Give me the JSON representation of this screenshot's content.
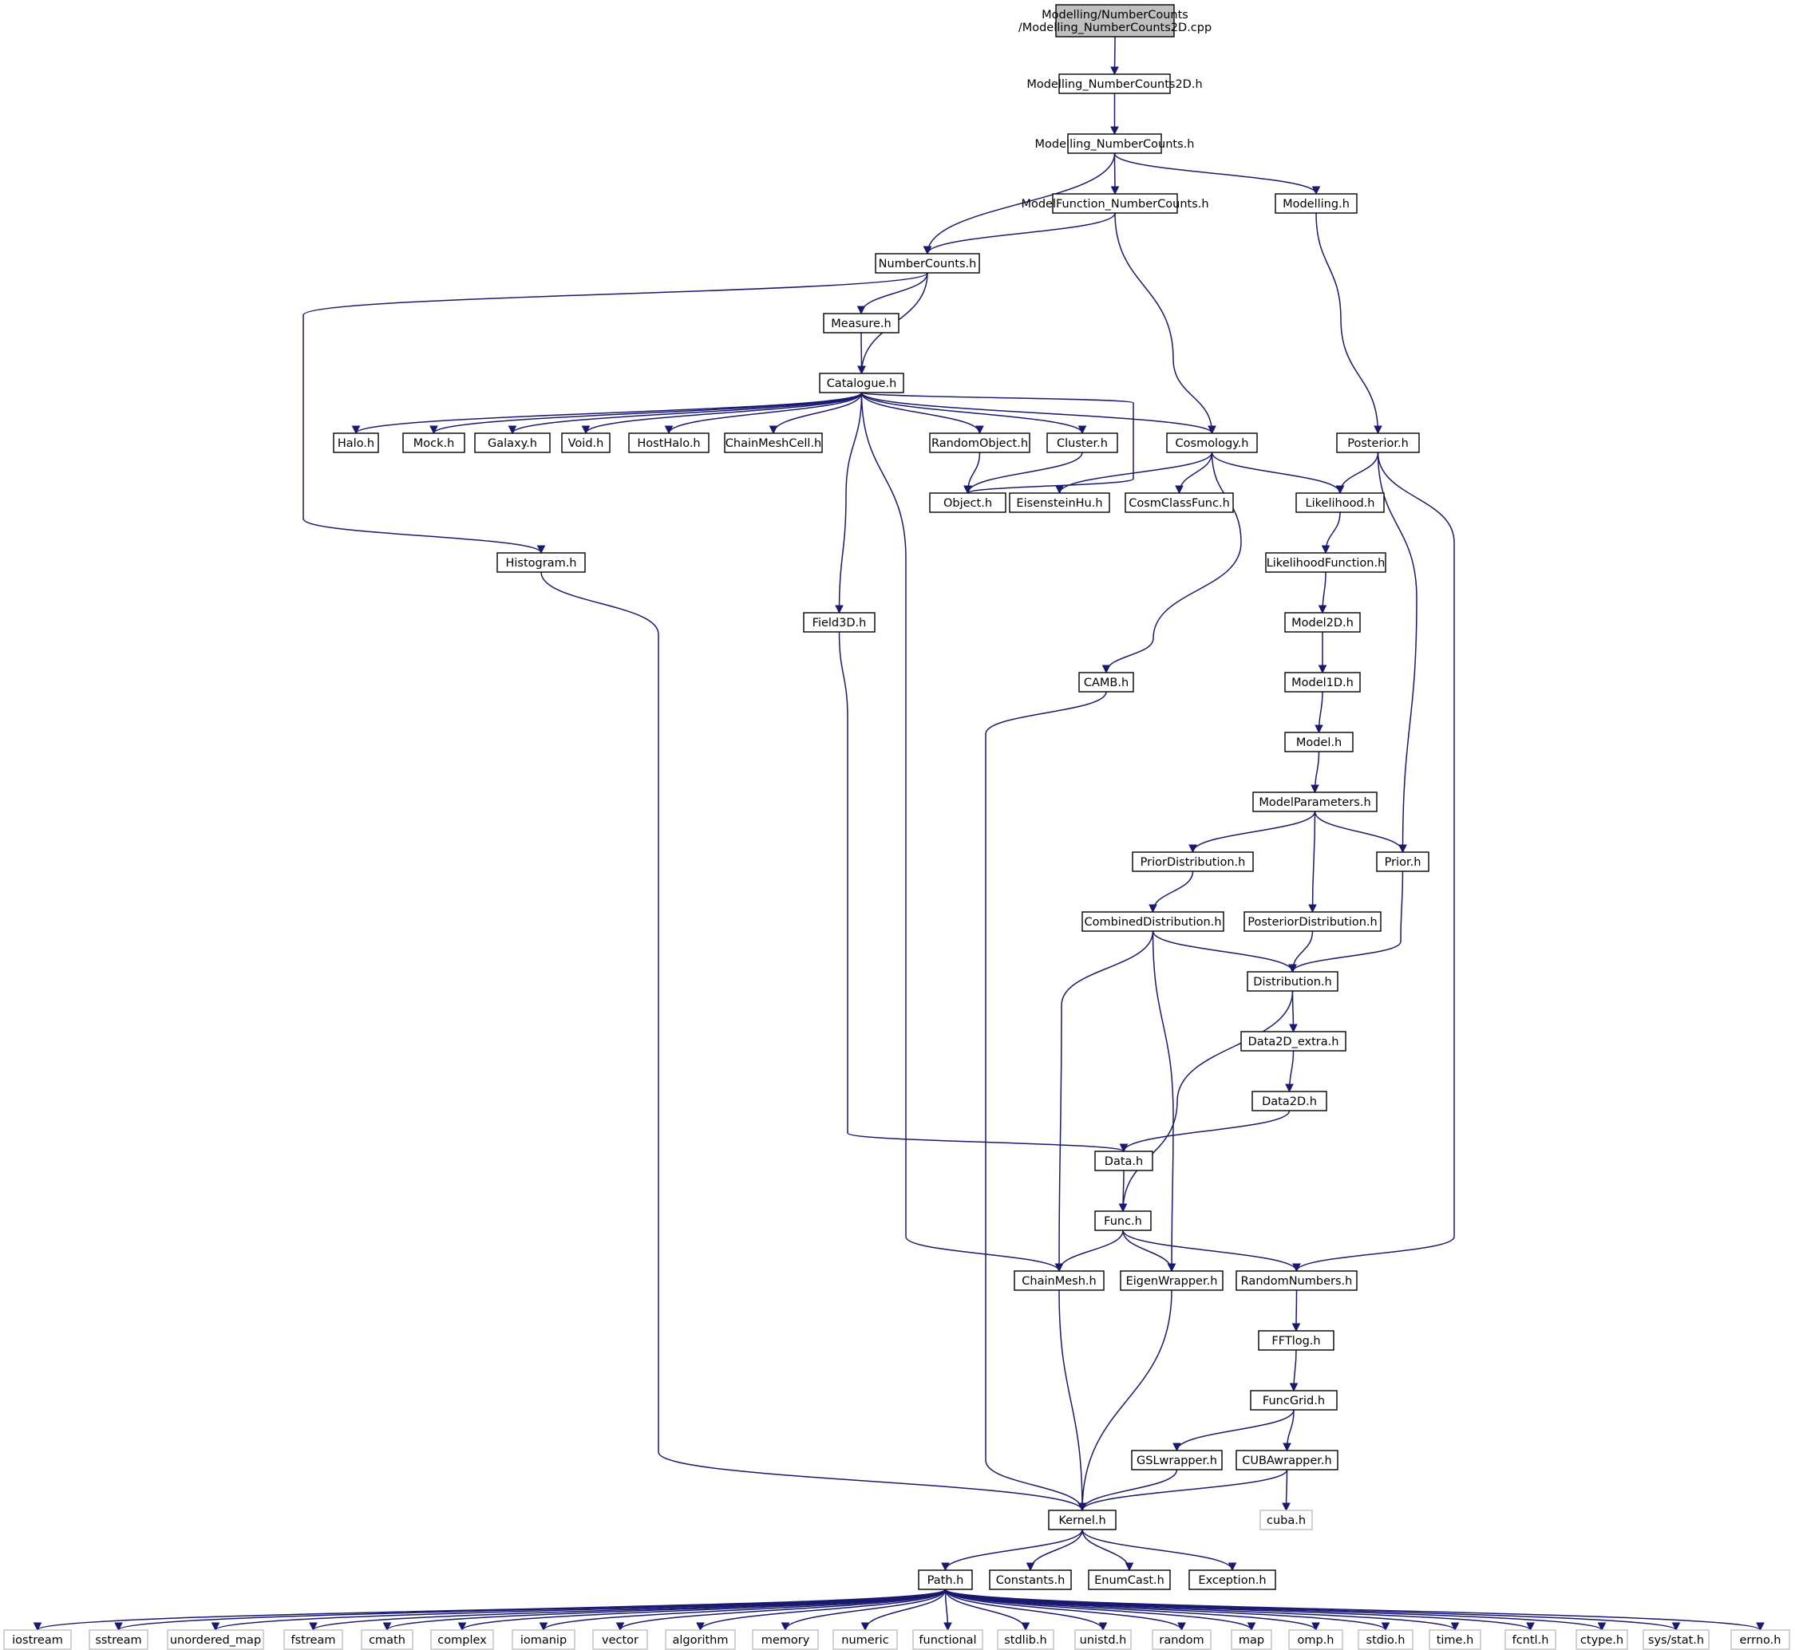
{
  "title_lines": [
    "Modelling/NumberCounts",
    "/Modelling_NumberCounts2D.cpp"
  ],
  "colors": {
    "edge": "#191970",
    "root_fill": "#bfbfbf",
    "node_border": "#000000",
    "system_border": "#bfbfbf"
  },
  "nodes": {
    "root": "Modelling/NumberCounts\n/Modelling_NumberCounts2D.cpp",
    "mnc2d": "Modelling_NumberCounts2D.h",
    "mnc": "Modelling_NumberCounts.h",
    "mfnc": "ModelFunction_NumberCounts.h",
    "modelling": "Modelling.h",
    "numbercounts": "NumberCounts.h",
    "measure": "Measure.h",
    "catalogue": "Catalogue.h",
    "halo": "Halo.h",
    "mock": "Mock.h",
    "galaxy": "Galaxy.h",
    "void": "Void.h",
    "hosthalo": "HostHalo.h",
    "chainmeshcell": "ChainMeshCell.h",
    "randomobject": "RandomObject.h",
    "cluster": "Cluster.h",
    "cosmology": "Cosmology.h",
    "posterior": "Posterior.h",
    "object": "Object.h",
    "eisensteinhu": "EisensteinHu.h",
    "cosmclassfunc": "CosmClassFunc.h",
    "likelihood": "Likelihood.h",
    "histogram": "Histogram.h",
    "likelihoodfunction": "LikelihoodFunction.h",
    "field3d": "Field3D.h",
    "model2d": "Model2D.h",
    "camb": "CAMB.h",
    "model1d": "Model1D.h",
    "model": "Model.h",
    "modelparameters": "ModelParameters.h",
    "priordistribution": "PriorDistribution.h",
    "prior": "Prior.h",
    "combineddistribution": "CombinedDistribution.h",
    "posteriordistribution": "PosteriorDistribution.h",
    "distribution": "Distribution.h",
    "data2dextra": "Data2D_extra.h",
    "data2d": "Data2D.h",
    "data": "Data.h",
    "func": "Func.h",
    "chainmesh": "ChainMesh.h",
    "eigenwrapper": "EigenWrapper.h",
    "randomnumbers": "RandomNumbers.h",
    "fftlog": "FFTlog.h",
    "funcgrid": "FuncGrid.h",
    "gslwrapper": "GSLwrapper.h",
    "cubawrapper": "CUBAwrapper.h",
    "kernel": "Kernel.h",
    "cuba": "cuba.h",
    "path": "Path.h",
    "constants": "Constants.h",
    "enumcast": "EnumCast.h",
    "exception": "Exception.h",
    "iostream": "iostream",
    "sstream": "sstream",
    "unordered_map": "unordered_map",
    "fstream": "fstream",
    "cmath": "cmath",
    "complex": "complex",
    "iomanip": "iomanip",
    "vector": "vector",
    "algorithm": "algorithm",
    "memory": "memory",
    "numeric": "numeric",
    "functional": "functional",
    "stdlib": "stdlib.h",
    "unistd": "unistd.h",
    "random": "random",
    "map": "map",
    "omp": "omp.h",
    "stdio": "stdio.h",
    "time": "time.h",
    "fcntl": "fcntl.h",
    "ctype": "ctype.h",
    "sysstat": "sys/stat.h",
    "errno": "errno.h"
  },
  "edges": [
    [
      "root",
      "mnc2d"
    ],
    [
      "mnc2d",
      "mnc"
    ],
    [
      "mnc",
      "numbercounts"
    ],
    [
      "mnc",
      "mfnc"
    ],
    [
      "mnc",
      "modelling"
    ],
    [
      "mfnc",
      "numbercounts"
    ],
    [
      "mfnc",
      "cosmology"
    ],
    [
      "modelling",
      "posterior"
    ],
    [
      "numbercounts",
      "measure"
    ],
    [
      "numbercounts",
      "catalogue"
    ],
    [
      "numbercounts",
      "histogram"
    ],
    [
      "measure",
      "catalogue"
    ],
    [
      "catalogue",
      "halo"
    ],
    [
      "catalogue",
      "mock"
    ],
    [
      "catalogue",
      "galaxy"
    ],
    [
      "catalogue",
      "void"
    ],
    [
      "catalogue",
      "hosthalo"
    ],
    [
      "catalogue",
      "chainmeshcell"
    ],
    [
      "catalogue",
      "randomobject"
    ],
    [
      "catalogue",
      "cluster"
    ],
    [
      "catalogue",
      "cosmology"
    ],
    [
      "catalogue",
      "object"
    ],
    [
      "catalogue",
      "field3d"
    ],
    [
      "catalogue",
      "chainmesh"
    ],
    [
      "randomobject",
      "object"
    ],
    [
      "cluster",
      "object"
    ],
    [
      "cosmology",
      "eisensteinhu"
    ],
    [
      "cosmology",
      "cosmclassfunc"
    ],
    [
      "cosmology",
      "likelihood"
    ],
    [
      "cosmology",
      "camb"
    ],
    [
      "posterior",
      "likelihood"
    ],
    [
      "posterior",
      "prior"
    ],
    [
      "posterior",
      "randomnumbers"
    ],
    [
      "likelihood",
      "likelihoodfunction"
    ],
    [
      "likelihoodfunction",
      "model2d"
    ],
    [
      "model2d",
      "model1d"
    ],
    [
      "model1d",
      "model"
    ],
    [
      "model",
      "modelparameters"
    ],
    [
      "modelparameters",
      "priordistribution"
    ],
    [
      "modelparameters",
      "prior"
    ],
    [
      "modelparameters",
      "posteriordistribution"
    ],
    [
      "priordistribution",
      "combineddistribution"
    ],
    [
      "combineddistribution",
      "distribution"
    ],
    [
      "combineddistribution",
      "chainmesh"
    ],
    [
      "combineddistribution",
      "eigenwrapper"
    ],
    [
      "posteriordistribution",
      "distribution"
    ],
    [
      "prior",
      "distribution"
    ],
    [
      "distribution",
      "data2dextra"
    ],
    [
      "distribution",
      "func"
    ],
    [
      "data2dextra",
      "data2d"
    ],
    [
      "data2d",
      "data"
    ],
    [
      "field3d",
      "data"
    ],
    [
      "data",
      "func"
    ],
    [
      "func",
      "chainmesh"
    ],
    [
      "func",
      "eigenwrapper"
    ],
    [
      "func",
      "randomnumbers"
    ],
    [
      "randomnumbers",
      "fftlog"
    ],
    [
      "fftlog",
      "funcgrid"
    ],
    [
      "funcgrid",
      "gslwrapper"
    ],
    [
      "funcgrid",
      "cubawrapper"
    ],
    [
      "cubawrapper",
      "cuba"
    ],
    [
      "cubawrapper",
      "kernel"
    ],
    [
      "gslwrapper",
      "kernel"
    ],
    [
      "chainmesh",
      "kernel"
    ],
    [
      "eigenwrapper",
      "kernel"
    ],
    [
      "camb",
      "kernel"
    ],
    [
      "histogram",
      "kernel"
    ],
    [
      "kernel",
      "path"
    ],
    [
      "kernel",
      "constants"
    ],
    [
      "kernel",
      "enumcast"
    ],
    [
      "kernel",
      "exception"
    ],
    [
      "path",
      "iostream"
    ],
    [
      "path",
      "sstream"
    ],
    [
      "path",
      "unordered_map"
    ],
    [
      "path",
      "fstream"
    ],
    [
      "path",
      "cmath"
    ],
    [
      "path",
      "complex"
    ],
    [
      "path",
      "iomanip"
    ],
    [
      "path",
      "vector"
    ],
    [
      "path",
      "algorithm"
    ],
    [
      "path",
      "memory"
    ],
    [
      "path",
      "numeric"
    ],
    [
      "path",
      "functional"
    ],
    [
      "path",
      "stdlib"
    ],
    [
      "path",
      "unistd"
    ],
    [
      "path",
      "random"
    ],
    [
      "path",
      "map"
    ],
    [
      "path",
      "omp"
    ],
    [
      "path",
      "stdio"
    ],
    [
      "path",
      "time"
    ],
    [
      "path",
      "fcntl"
    ],
    [
      "path",
      "ctype"
    ],
    [
      "path",
      "sysstat"
    ],
    [
      "path",
      "errno"
    ]
  ]
}
